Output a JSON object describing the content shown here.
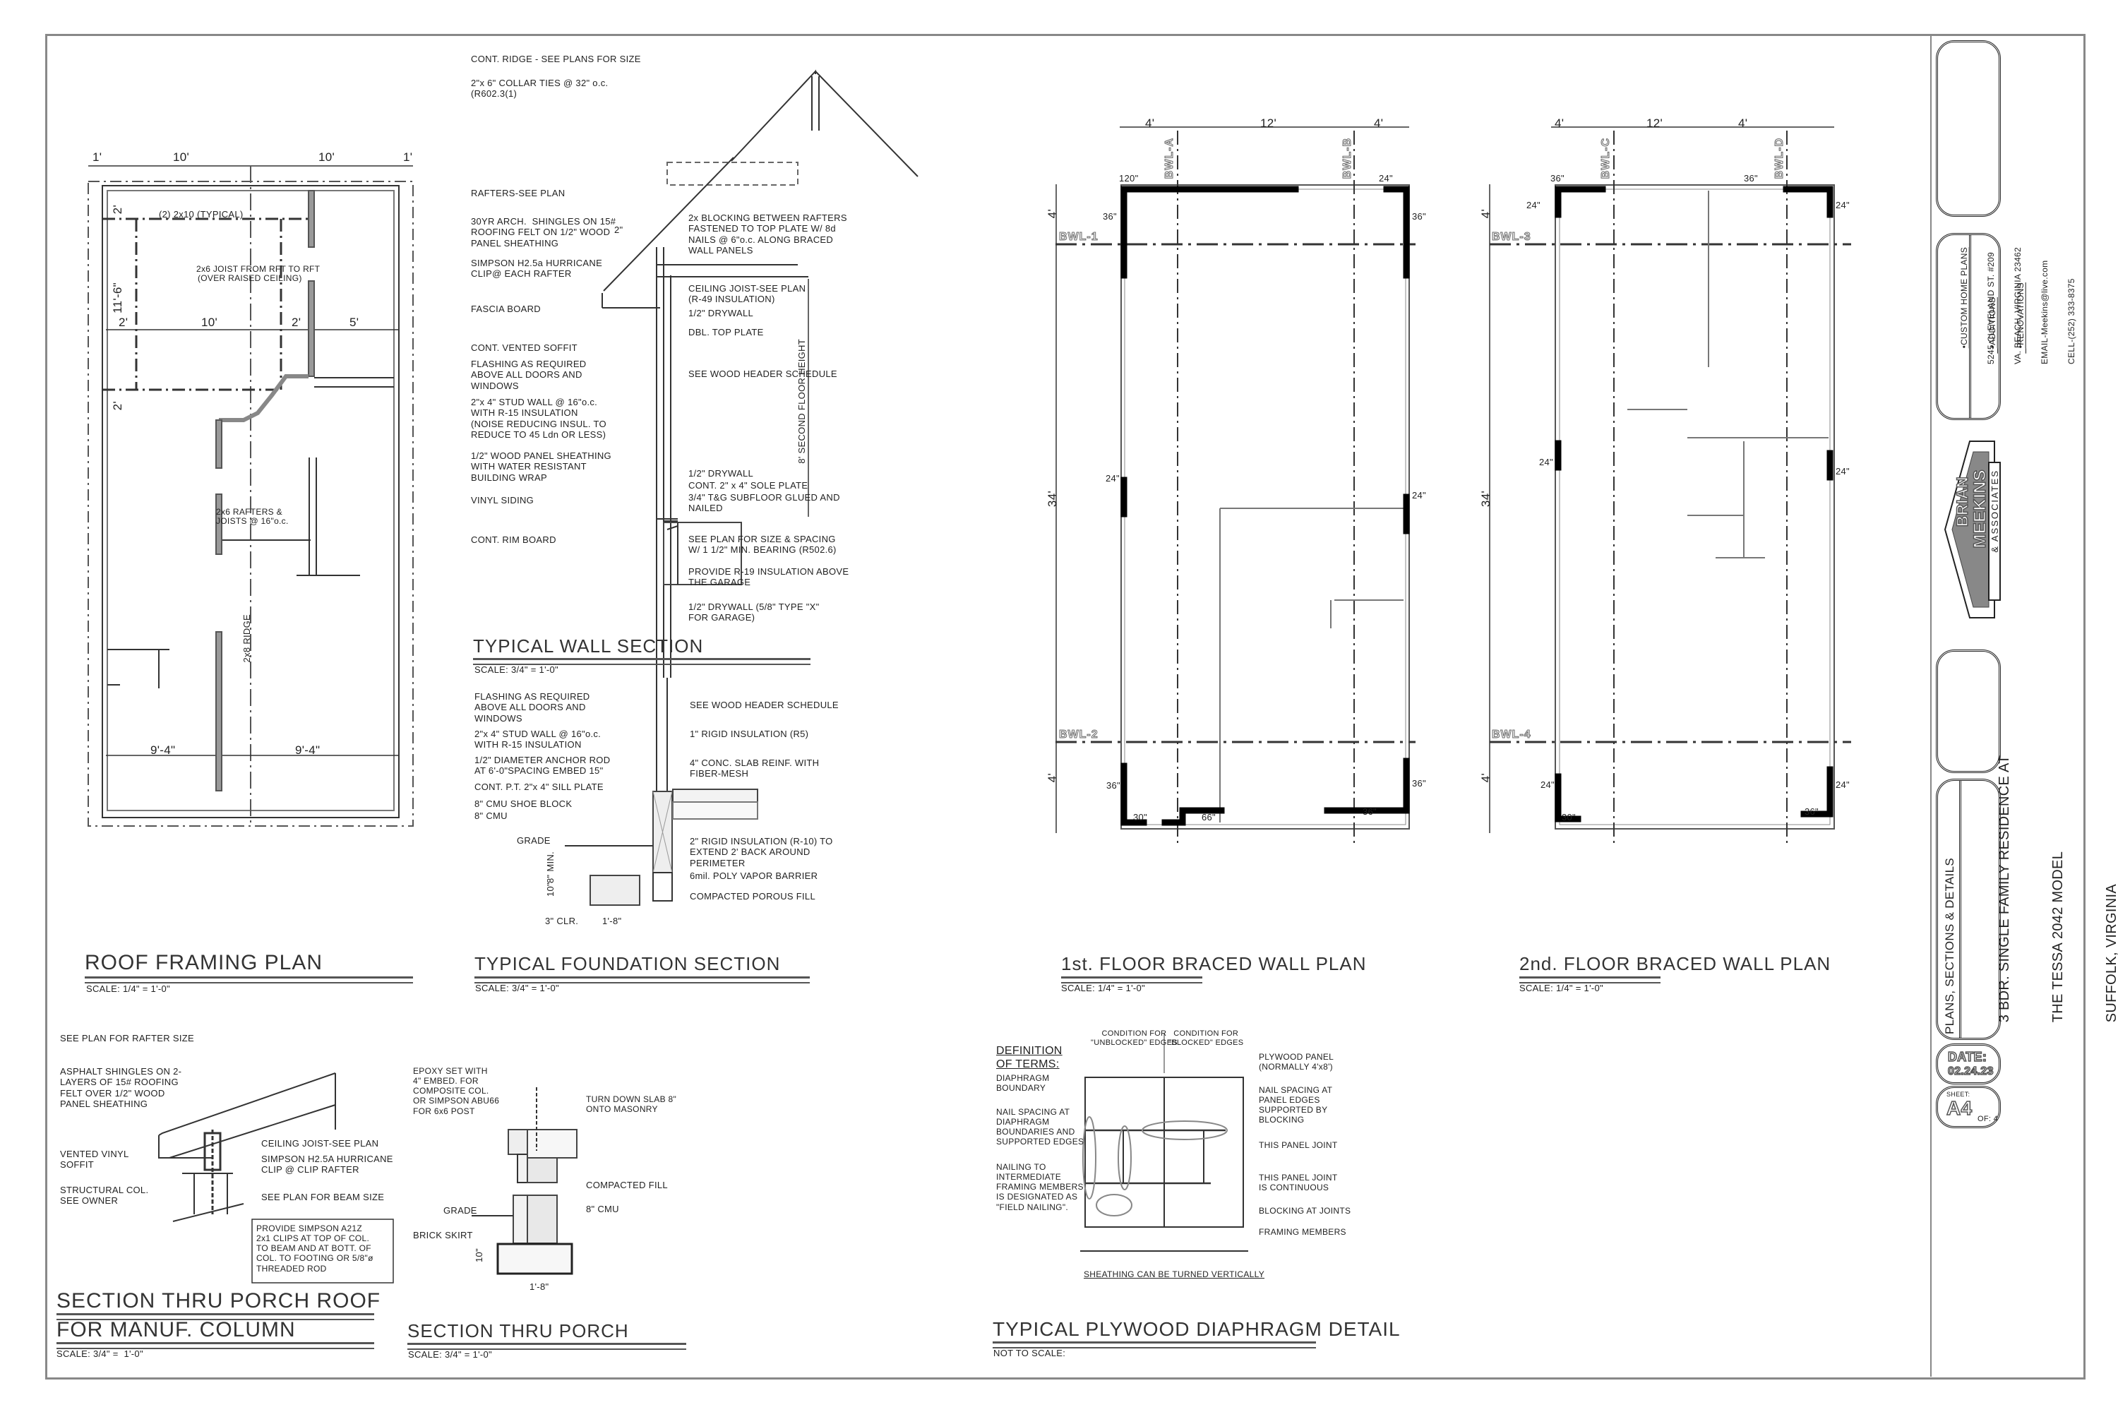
{
  "sheet": {
    "border_color": "#888888",
    "line_color": "#222222",
    "braced_wall_color": "#000000"
  },
  "roof_framing_plan": {
    "title": "ROOF FRAMING PLAN",
    "scale": "SCALE: 1/4\" = 1'-0\"",
    "dims_top": [
      "1'",
      "10'",
      "10'",
      "1'"
    ],
    "dims_mid": [
      "2'",
      "10'",
      "2'",
      "5'"
    ],
    "dims_left": [
      "2'",
      "11'-6\"",
      "2'"
    ],
    "dims_bottom": [
      "9'-4\"",
      "9'-4\""
    ],
    "notes": {
      "header": "(2) 2x10 (TYPICAL)",
      "joist_1": "2x6 JOIST FROM RFT TO RFT",
      "joist_2": "(OVER RAISED CEILING)",
      "rafters_1": "2x6 RAFTERS &",
      "rafters_2": "JOISTS @ 16\"o.c.",
      "ridge": "2x8 RIDGE"
    }
  },
  "wall_section": {
    "title": "TYPICAL WALL SECTION",
    "scale": "SCALE: 3/4\" = 1'-0\"",
    "dimension": "8' SECOND FLOOR HEIGHT",
    "overhang": "2\"",
    "left_notes": [
      "CONT. RIDGE - SEE PLANS FOR SIZE",
      "2\"x 6\" COLLAR TIES @ 32\" o.c.\n(R602.3(1)",
      "RAFTERS-SEE PLAN",
      "30YR ARCH.  SHINGLES ON 15#\nROOFING FELT ON 1/2\" WOOD\nPANEL SHEATHING",
      "SIMPSON H2.5a HURRICANE\nCLIP@ EACH RAFTER",
      "FASCIA BOARD",
      "CONT. VENTED SOFFIT",
      "FLASHING AS REQUIRED\nABOVE ALL DOORS AND\nWINDOWS",
      "2\"x 4\" STUD WALL @ 16\"o.c.\nWITH R-15 INSULATION\n(NOISE REDUCING INSUL. TO\nREDUCE TO 45 Ldn OR LESS)",
      "1/2\" WOOD PANEL SHEATHING\nWITH WATER RESISTANT\nBUILDING WRAP",
      "VINYL SIDING",
      "CONT. RIM BOARD"
    ],
    "right_notes": [
      "2x BLOCKING BETWEEN RAFTERS\nFASTENED TO TOP PLATE W/ 8d\nNAILS @ 6\"o.c. ALONG BRACED\nWALL PANELS",
      "CEILING JOIST-SEE PLAN\n(R-49 INSULATION)",
      "1/2\" DRYWALL",
      "DBL. TOP PLATE",
      "SEE WOOD HEADER SCHEDULE",
      "1/2\" DRYWALL",
      "CONT. 2\" x 4\" SOLE PLATE",
      "3/4\" T&G SUBFLOOR GLUED AND\nNAILED",
      "SEE PLAN FOR SIZE & SPACING\nW/ 1 1/2\" MIN. BEARING (R502.6)",
      "PROVIDE R-19 INSULATION ABOVE\nTHE GARAGE",
      "1/2\" DRYWALL (5/8\" TYPE \"X\"\nFOR GARAGE)"
    ]
  },
  "foundation_section": {
    "title": "TYPICAL FOUNDATION SECTION",
    "scale": "SCALE: 3/4\" = 1'-0\"",
    "left_notes": [
      "FLASHING AS REQUIRED\nABOVE ALL DOORS AND\nWINDOWS",
      "2\"x 4\" STUD WALL @ 16\"o.c.\nWITH R-15 INSULATION",
      "1/2\" DIAMETER ANCHOR ROD\nAT 6'-0\"SPACING EMBED 15\"",
      "CONT. P.T. 2\"x 4\" SILL PLATE",
      "8\" CMU SHOE BLOCK",
      "8\" CMU",
      "GRADE"
    ],
    "right_notes": [
      "SEE WOOD HEADER SCHEDULE",
      "1\" RIGID INSULATION (R5)",
      "4\" CONC. SLAB REINF. WITH\nFIBER-MESH",
      "2\" RIGID INSULATION (R-10) TO\nEXTEND 2' BACK AROUND\nPERIMETER",
      "6mil. POLY VAPOR BARRIER",
      "COMPACTED POROUS FILL"
    ],
    "dims": [
      "8\" MIN.",
      "10\"",
      "3\" CLR.",
      "1'-8\""
    ]
  },
  "first_floor_bwp": {
    "title": "1st. FLOOR BRACED WALL PLAN",
    "scale": "SCALE: 1/4\" = 1'-0\"",
    "dims_top": [
      "4'",
      "12'",
      "4'"
    ],
    "dims_side": [
      "4'",
      "34'",
      "4'"
    ],
    "lines": [
      "BWL-A",
      "BWL-B",
      "BWL-1",
      "BWL-2"
    ],
    "panels": [
      "120\"",
      "24\"",
      "36\"",
      "36\"",
      "24\"",
      "24\"",
      "36\"",
      "36\"",
      "30\"",
      "66\"",
      "36\""
    ]
  },
  "second_floor_bwp": {
    "title": "2nd. FLOOR BRACED WALL PLAN",
    "scale": "SCALE: 1/4\" = 1'-0\"",
    "dims_top": [
      "4'",
      "12'",
      "4'"
    ],
    "dims_side": [
      "4'",
      "34'",
      "4'"
    ],
    "lines": [
      "BWL-C",
      "BWL-D",
      "BWL-3",
      "BWL-4"
    ],
    "panels": [
      "36\"",
      "36\"",
      "24\"",
      "24\"",
      "24\"",
      "24\"",
      "24\"",
      "24\"",
      "30\"",
      "36\""
    ]
  },
  "porch_roof_section": {
    "title_1": "SECTION THRU PORCH ROOF",
    "title_2": "FOR MANUF. COLUMN",
    "scale": "SCALE: 3/4\" =  1'-0\"",
    "notes": [
      "SEE PLAN FOR RAFTER SIZE",
      "ASPHALT SHINGLES ON 2-\nLAYERS OF 15# ROOFING\nFELT OVER 1/2\" WOOD\nPANEL SHEATHING",
      "VENTED VINYL\nSOFFIT",
      "STRUCTURAL COL.\nSEE OWNER",
      "CEILING JOIST-SEE PLAN",
      "SIMPSON H2.5A HURRICANE\nCLIP @ CLIP RAFTER",
      "SEE PLAN FOR BEAM SIZE"
    ],
    "box_note": "PROVIDE SIMPSON A21Z\n2x1 CLIPS AT TOP OF COL.\nTO BEAM AND AT BOTT. OF\nCOL. TO FOOTING OR 5/8\"ø\nTHREADED ROD"
  },
  "porch_section": {
    "title": "SECTION THRU PORCH",
    "scale": "SCALE: 3/4\" = 1'-0\"",
    "notes": [
      "EPOXY SET WITH\n4\" EMBED. FOR\nCOMPOSITE COL.\nOR SIMPSON ABU66\nFOR 6x6 POST",
      "TURN DOWN SLAB 8\"\nONTO MASONRY",
      "COMPACTED FILL",
      "8\" CMU",
      "GRADE",
      "BRICK SKIRT"
    ],
    "dims": [
      "10\"",
      "1'-8\""
    ]
  },
  "diaphragm_detail": {
    "title": "TYPICAL PLYWOOD DIAPHRAGM DETAIL",
    "scale": "NOT TO SCALE:",
    "definition_title": "DEFINITION\nOF TERMS:",
    "header_left": "CONDITION FOR\n\"UNBLOCKED\" EDGES",
    "header_right": "CONDITION FOR\n\"BLOCKED\" EDGES",
    "left_notes": [
      "DIAPHRAGM\nBOUNDARY",
      "NAIL SPACING AT\nDIAPHRAGM\nBOUNDARIES AND\nSUPPORTED EDGES",
      "NAILING TO\nINTERMEDIATE\nFRAMING MEMBERS\nIS DESIGNATED AS\n\"FIELD NAILING\"."
    ],
    "right_notes": [
      "PLYWOOD PANEL\n(NORMALLY 4'x8')",
      "NAIL SPACING AT\nPANEL EDGES\nSUPPORTED BY\nBLOCKING",
      "THIS PANEL JOINT",
      "THIS PANEL JOINT\nIS CONTINUOUS",
      "BLOCKING AT JOINTS",
      "FRAMING MEMBERS"
    ],
    "footer": "SHEATHING CAN BE TURNED VERTICALLY"
  },
  "title_block": {
    "services": [
      "•CUSTOM HOME PLANS",
      "•ADDITIONS",
      "•RENOVATIONS"
    ],
    "address": [
      "5245 CLEVELAND ST. #209",
      "VA. BEACH, VIRGINIA 23462",
      "EMAIL-Meekins@live.com",
      "CELL-(252) 333-8375"
    ],
    "logo_line_1": "BRIAN",
    "logo_line_2": "MEEKINS",
    "logo_line_3": "& ASSOCIATES",
    "sheet_description": "PLANS, SECTIONS & DETAILS",
    "project_lines": [
      "3 BDR. SINGLE FAMILY RESIDENCE AT",
      "THE TESSA 2042 MODEL",
      "SUFFOLK, VIRGINIA"
    ],
    "date_label": "DATE:",
    "date_value": "02.24.23",
    "sheet_label": "SHEET:",
    "sheet_number": "A4",
    "sheet_of": "OF: 4"
  }
}
